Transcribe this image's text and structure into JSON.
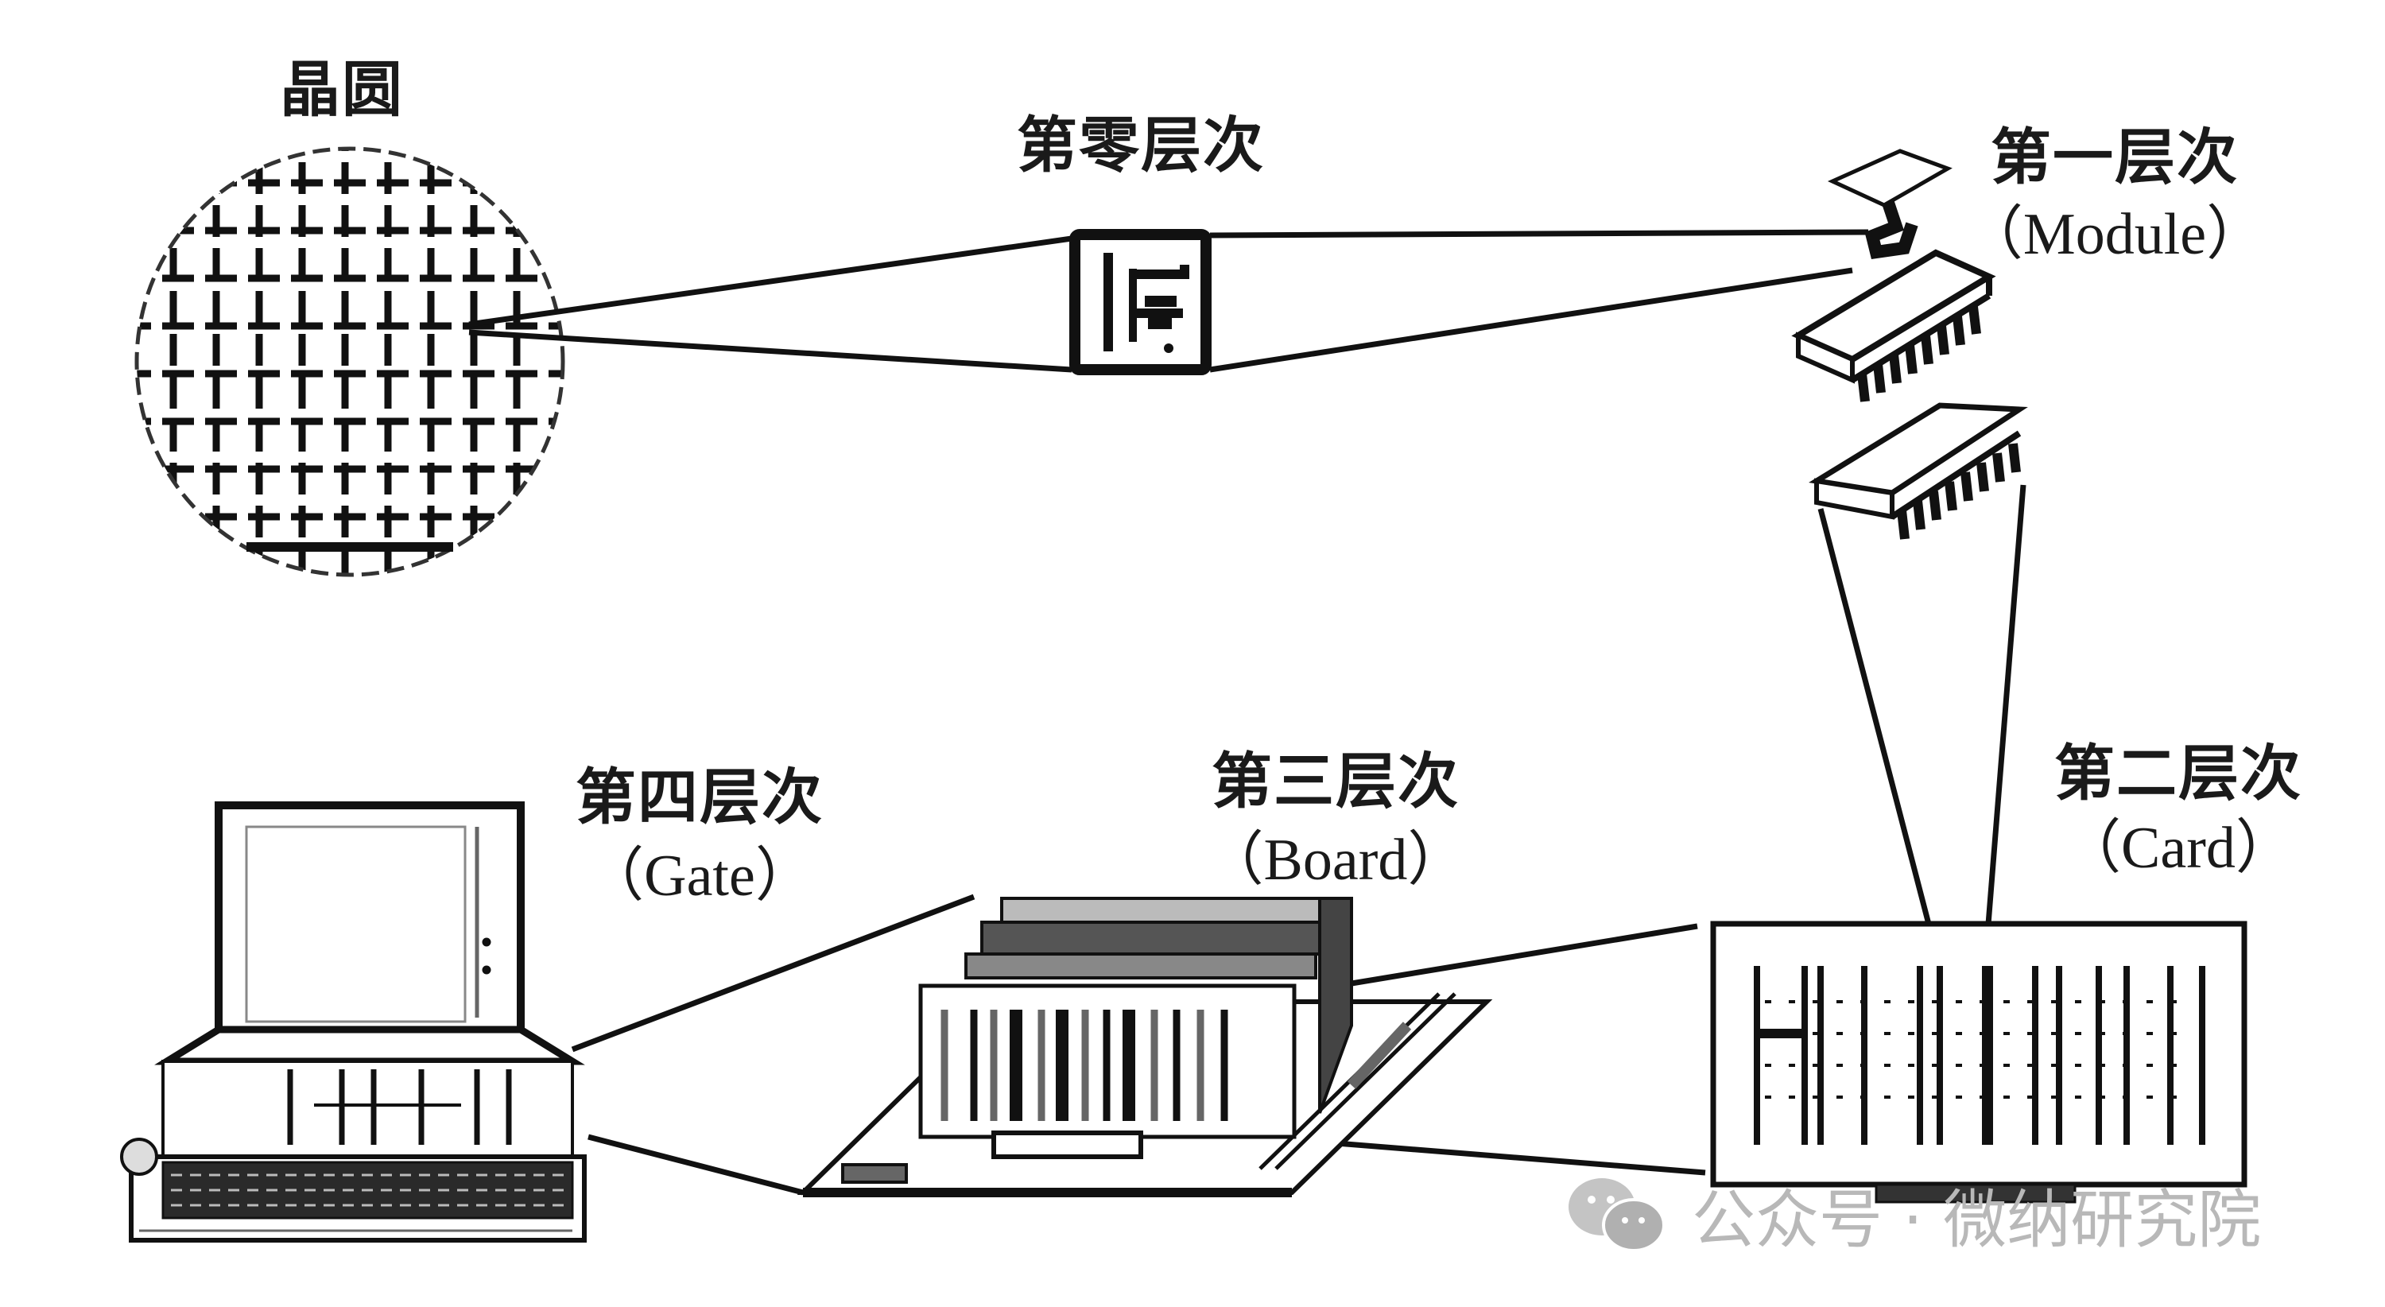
{
  "diagram": {
    "title": "Electronic packaging hierarchy levels",
    "nodes": [
      {
        "id": "wafer",
        "label": "晶圆",
        "sublabel": ""
      },
      {
        "id": "level0",
        "label": "第零层次",
        "sublabel": ""
      },
      {
        "id": "level1",
        "label": "第一层次",
        "sublabel": "（Module）"
      },
      {
        "id": "level2",
        "label": "第二层次",
        "sublabel": "（Card）"
      },
      {
        "id": "level3",
        "label": "第三层次",
        "sublabel": "（Board）"
      },
      {
        "id": "level4",
        "label": "第四层次",
        "sublabel": "（Gate）"
      }
    ],
    "edges": [
      {
        "from": "wafer",
        "to": "level0"
      },
      {
        "from": "level0",
        "to": "level1"
      },
      {
        "from": "level1",
        "to": "level2"
      },
      {
        "from": "level2",
        "to": "level3"
      },
      {
        "from": "level3",
        "to": "level4"
      }
    ]
  },
  "watermark": {
    "icon": "wechat-icon",
    "text": "公众号 · 微纳研究院",
    "color": "#b8b8b8"
  }
}
